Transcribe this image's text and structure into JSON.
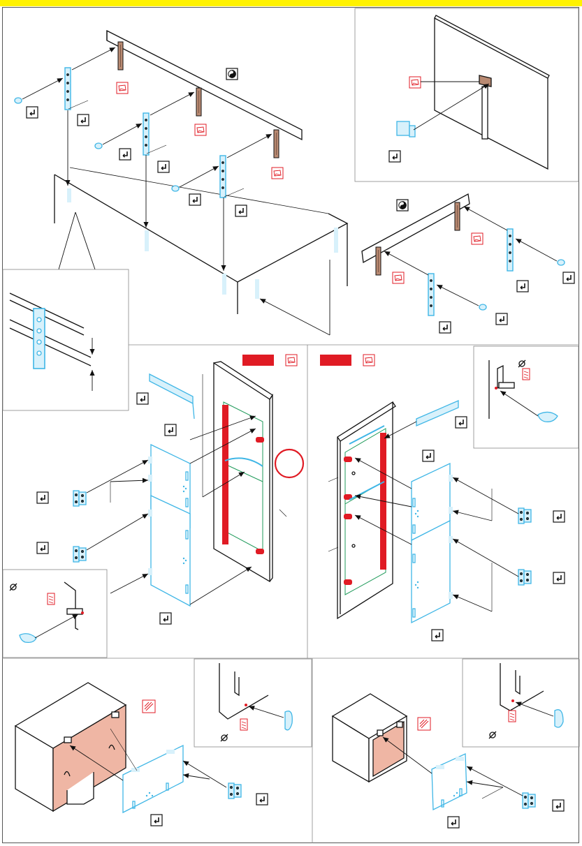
{
  "colors": {
    "header_bar": "#fff200",
    "line": "#1a1a1a",
    "photo_etch_cyan": "#3fb6e6",
    "photo_etch_fill": "#d8f1fb",
    "wood_brown": "#b98a72",
    "paint_red": "#e01b24",
    "tinted_panel": "#efb6a4",
    "green_edge": "#1f9a5a"
  },
  "icons": {
    "glue_mark": "glue-hook-icon",
    "paint_swatch": "paint-swatch-icon",
    "flip_symbol": "yin-yang-icon",
    "drill_symbol": "diameter-icon",
    "attention": "red-circle-icon"
  },
  "panels": [
    "wall-rail-assembly",
    "rail-detail-top-right",
    "rail-assembly-right",
    "rail-detail-zoom",
    "locker-left",
    "locker-right",
    "hinge-detail-right",
    "hinge-detail-left",
    "cabinet-large",
    "cabinet-detail-large",
    "cabinet-small",
    "cabinet-detail-small"
  ]
}
